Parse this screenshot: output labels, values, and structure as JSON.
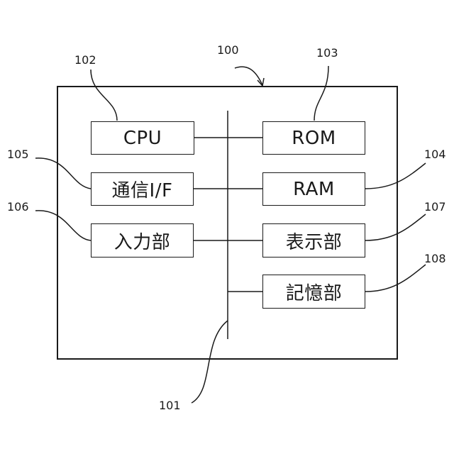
{
  "system": {
    "ref": "100"
  },
  "bus": {
    "ref": "101"
  },
  "blocks": {
    "cpu": {
      "label": "CPU",
      "ref": "102"
    },
    "rom": {
      "label": "ROM",
      "ref": "103"
    },
    "ram": {
      "label": "RAM",
      "ref": "104"
    },
    "comm_if": {
      "label": "通信I/F",
      "ref": "105"
    },
    "input": {
      "label": "入力部",
      "ref": "106"
    },
    "display": {
      "label": "表示部",
      "ref": "107"
    },
    "storage": {
      "label": "記憶部",
      "ref": "108"
    }
  }
}
